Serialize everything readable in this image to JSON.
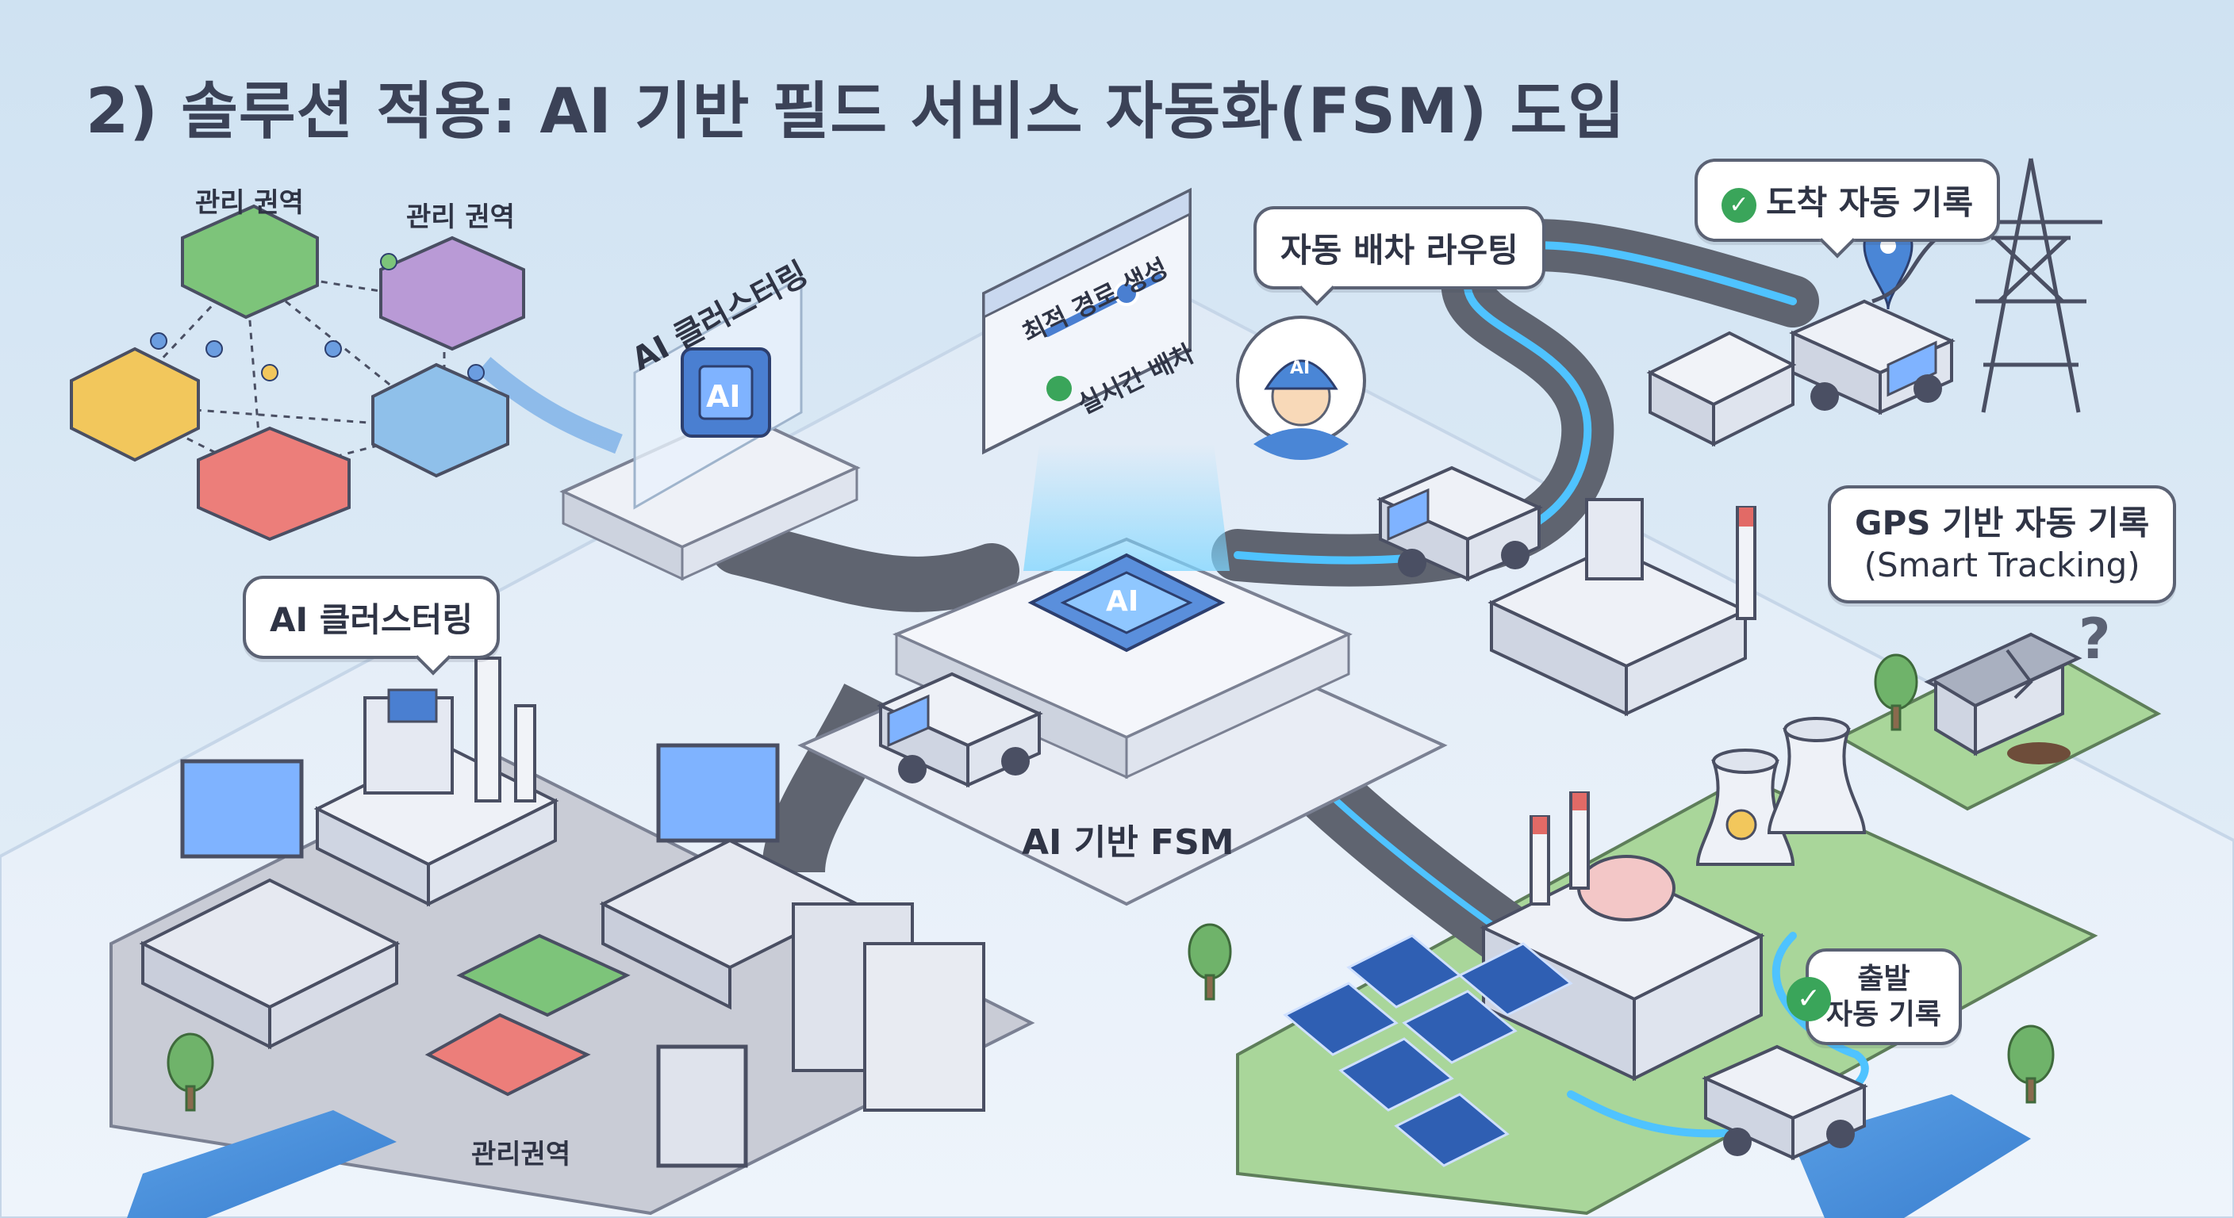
{
  "title": "2) 솔루션 적용: AI 기반 필드 서비스 자동화(FSM) 도입",
  "labels": {
    "region_1": "관리 권역",
    "region_2": "관리 권역",
    "ai_clustering_panel": "AI 클러스터링",
    "ai_clustering_bubble": "AI 클러스터링",
    "auto_dispatch": "자동 배차 라우팅",
    "optimal_route": "최적 경로 생성",
    "realtime_dispatch": "실시간 배차",
    "arrival_record": "도착 자동 기록",
    "gps_record": "GPS 기반 자동 기록",
    "smart_tracking": "(Smart Tracking)",
    "fsm_base": "AI 기반 FSM",
    "departure_line1": "출발",
    "departure_line2": "자동 기록",
    "region_bottom": "관리권역",
    "chip_ai": "AI",
    "worker_helmet": "AI",
    "question_mark": "?"
  },
  "icons": {
    "check": "check-circle-icon",
    "gps": "map-pin-icon",
    "chip": "ai-chip-icon",
    "question": "question-mark-icon"
  },
  "colors": {
    "road": "#5f6470",
    "route_glow": "#4fc3ff",
    "check_green": "#3aa55a",
    "zone_green": "#7dc47a",
    "zone_purple": "#b99ad6",
    "zone_yellow": "#f2c75c",
    "zone_red": "#ec7e7a",
    "zone_blue": "#8fc0ea"
  }
}
